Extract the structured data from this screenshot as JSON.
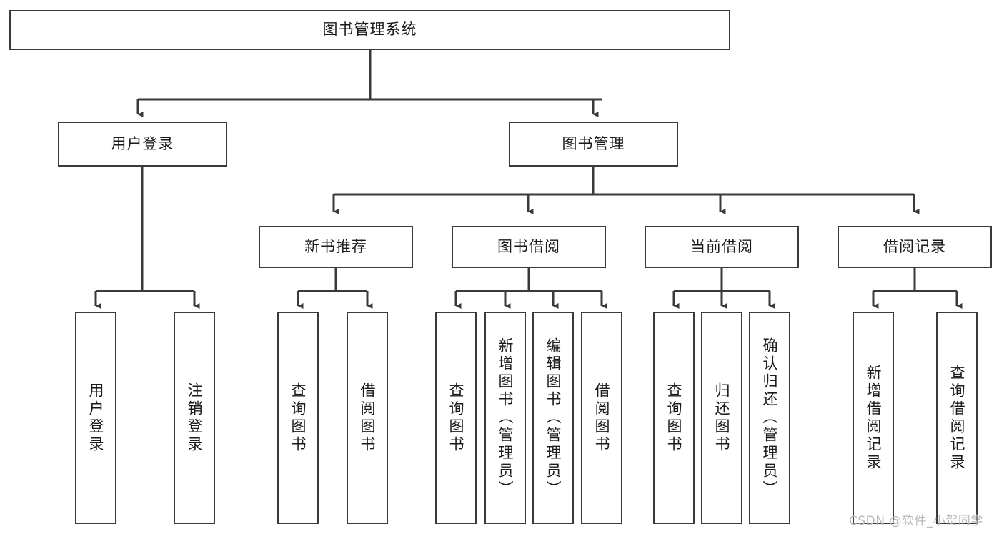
{
  "diagram": {
    "type": "tree-hierarchy",
    "title": "图书管理系统",
    "orientation": "top-down",
    "colors": {
      "box_border": "#3a3a3a",
      "box_fill": "#ffffff",
      "edge": "#3a3a3a",
      "text": "#1b1b1b",
      "watermark": "#b9b9b9",
      "background": "#ffffff"
    },
    "root": {
      "label": "图书管理系统"
    },
    "level2": [
      {
        "label": "用户登录"
      },
      {
        "label": "图书管理"
      }
    ],
    "level3": [
      {
        "label": "新书推荐"
      },
      {
        "label": "图书借阅"
      },
      {
        "label": "当前借阅"
      },
      {
        "label": "借阅记录"
      }
    ],
    "leaves_user_login": [
      {
        "label": "用户登录"
      },
      {
        "label": "注销登录"
      }
    ],
    "leaves_new_book": [
      {
        "label": "查询图书"
      },
      {
        "label": "借阅图书"
      }
    ],
    "leaves_borrow": [
      {
        "label": "查询图书"
      },
      {
        "label": "新增图书（管理员）"
      },
      {
        "label": "编辑图书（管理员）"
      },
      {
        "label": "借阅图书"
      }
    ],
    "leaves_current": [
      {
        "label": "查询图书"
      },
      {
        "label": "归还图书"
      },
      {
        "label": "确认归还（管理员）"
      }
    ],
    "leaves_record": [
      {
        "label": "新增借阅记录"
      },
      {
        "label": "查询借阅记录"
      }
    ]
  },
  "watermark": {
    "text": "CSDN @软件_小贺同学"
  }
}
